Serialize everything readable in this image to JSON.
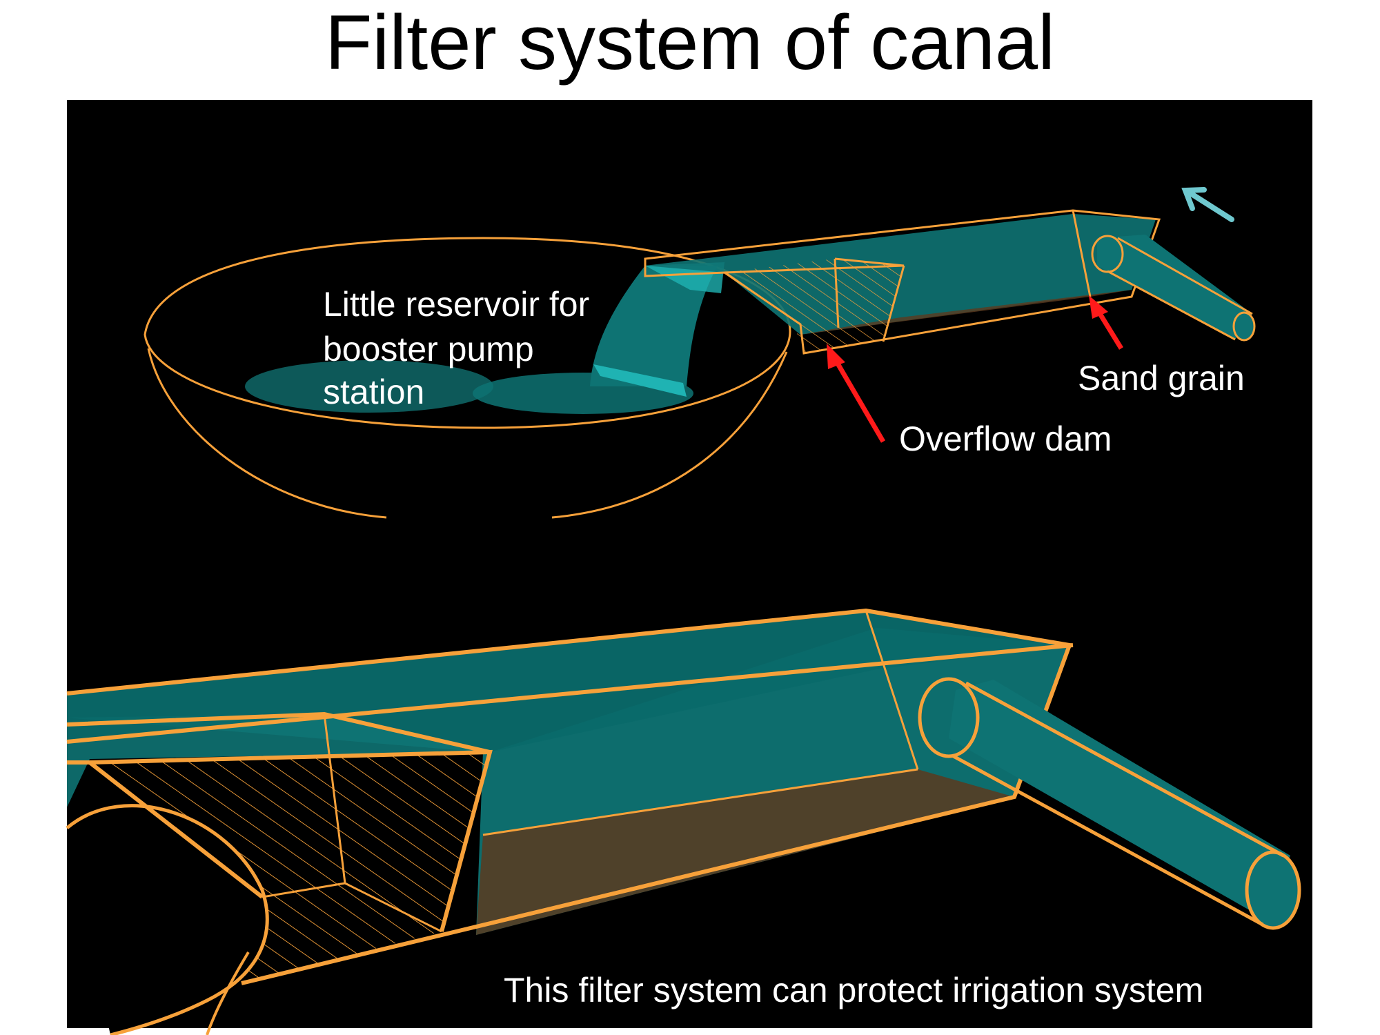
{
  "title": "Filter system of canal",
  "labels": {
    "reservoir_line1": "Little reservoir  for",
    "reservoir_line2": "booster pump",
    "reservoir_line3": "station",
    "sand_grain": "Sand grain",
    "overflow_dam": "Overflow dam",
    "caption": "This filter system can protect irrigation system"
  },
  "colors": {
    "background": "#000000",
    "outline": "#f7a13a",
    "water": "#0e7373",
    "water_light": "#1fb3b3",
    "sediment": "#5c3a1e",
    "arrow_red": "#ff1a1a",
    "arrow_cyan": "#6fc8cf"
  }
}
